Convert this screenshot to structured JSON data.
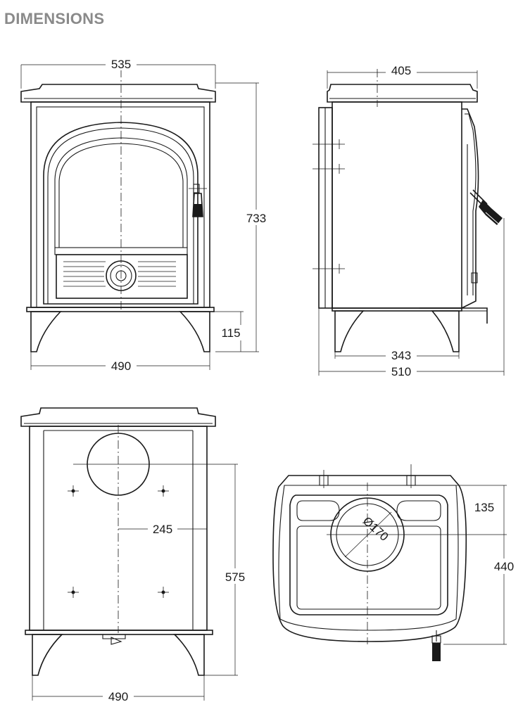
{
  "title": "DIMENSIONS",
  "front_view": {
    "width_top": "535",
    "height": "733",
    "leg_height": "115",
    "width_base": "490"
  },
  "side_view": {
    "depth_top": "405",
    "leg_span": "343",
    "depth_total": "510"
  },
  "rear_view": {
    "flue_center_height": "575",
    "flue_offset": "245",
    "width_base": "490"
  },
  "top_view": {
    "flue_diameter": "Ø170",
    "flue_center_depth": "135",
    "depth": "440"
  }
}
